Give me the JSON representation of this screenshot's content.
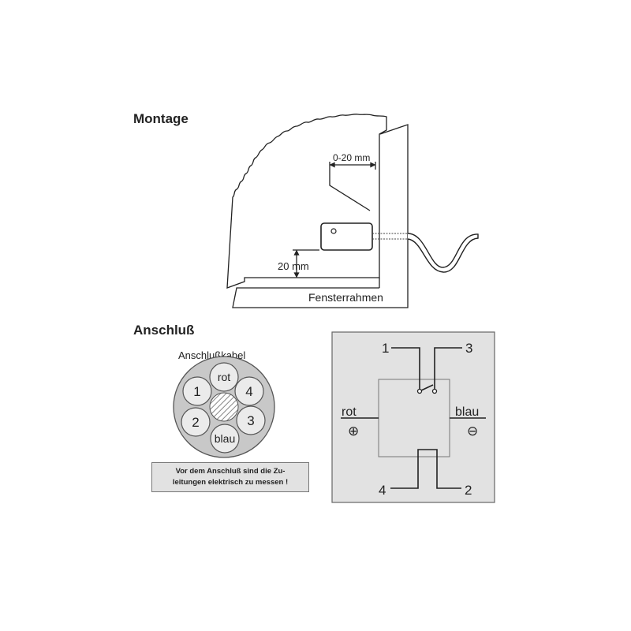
{
  "montage": {
    "heading": "Montage",
    "gap_label": "0-20 mm",
    "height_label": "20 mm",
    "frame_label": "Fensterrahmen"
  },
  "anschluss": {
    "heading": "Anschluß",
    "cable_title": "Anschlußkabel",
    "wires": {
      "top": "rot",
      "upper_left": "1",
      "upper_right": "4",
      "lower_left": "2",
      "lower_right": "3",
      "bottom": "blau"
    },
    "warning_line1": "Vor dem Anschluß sind die Zu-",
    "warning_line2": "leitungen elektrisch zu messen !"
  },
  "schematic": {
    "terminal_1": "1",
    "terminal_2": "2",
    "terminal_3": "3",
    "terminal_4": "4",
    "left_label": "rot",
    "left_symbol": "⊕",
    "right_label": "blau",
    "right_symbol": "⊖"
  },
  "colors": {
    "line": "#222222",
    "box_fill": "#e2e2e2",
    "cable_ring": "#c8c8c8",
    "hatch": "#888888"
  }
}
